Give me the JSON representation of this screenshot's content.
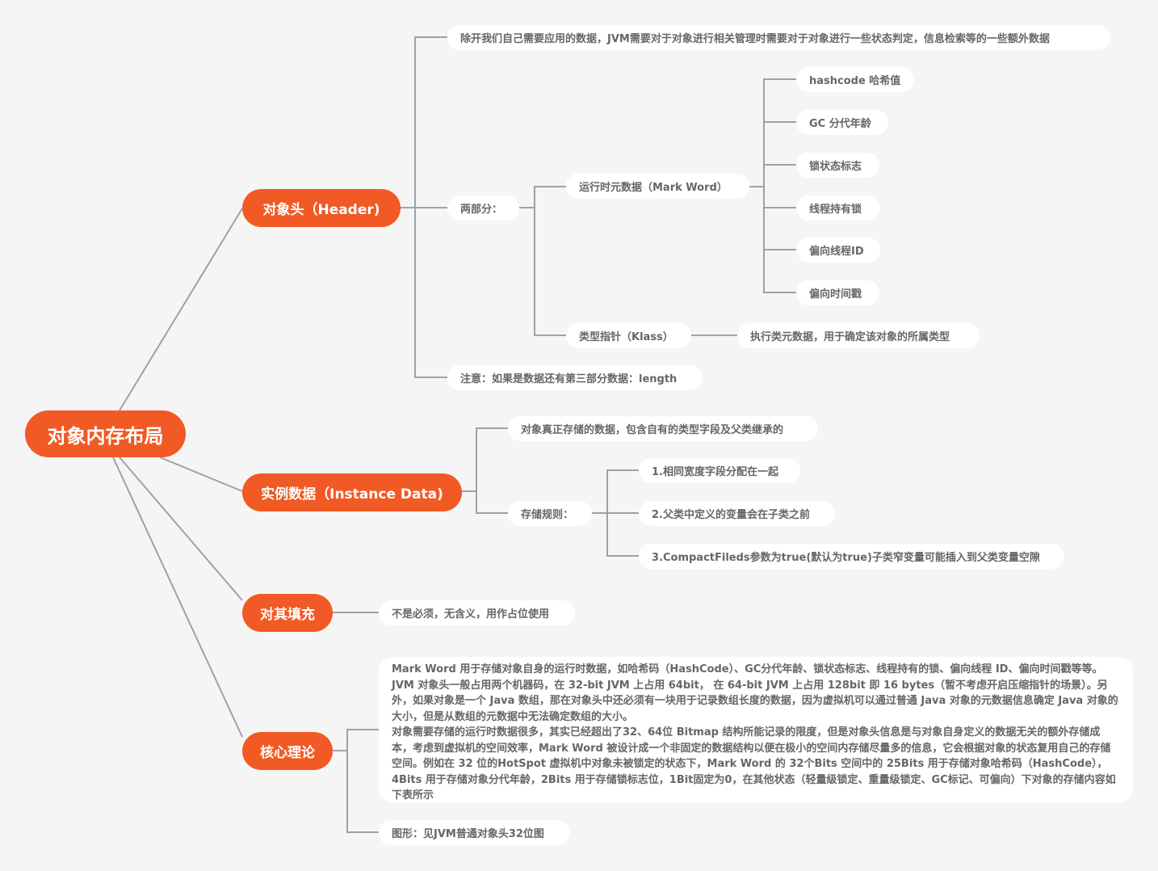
{
  "root": "对象内存布局",
  "header": {
    "label": "对象头（Header)",
    "desc": "除开我们自己需要应用的数据，JVM需要对于对象进行相关管理时需要对于对象进行一些状态判定，信息检索等的一些额外数据",
    "two_parts": "两部分：",
    "mark_word": {
      "label": "运行时元数据（Mark Word）",
      "items": [
        "hashcode 哈希值",
        "GC 分代年龄",
        "锁状态标志",
        "线程持有锁",
        "偏向线程ID",
        "偏向时间戳"
      ]
    },
    "klass": {
      "label": "类型指针（Klass）",
      "desc": "执行类元数据，用于确定该对象的所属类型"
    },
    "note": "注意：如果是数据还有第三部分数据：length"
  },
  "instance": {
    "label": "实例数据（Instance Data)",
    "desc": "对象真正存储的数据，包含自有的类型字段及父类继承的",
    "rules_label": "存储规则：",
    "rules": [
      "1.相同宽度字段分配在一起",
      "2.父类中定义的变量会在子类之前",
      "3.CompactFileds参数为true(默认为true)子类窄变量可能插入到父类变量空隙"
    ]
  },
  "padding": {
    "label": "对其填充",
    "desc": "不是必须，无含义，用作占位使用"
  },
  "core": {
    "label": "核心理论",
    "para1": "Mark Word 用于存储对象自身的运行时数据，如哈希码（HashCode）、GC分代年龄、锁状态标志、线程持有的锁、偏向线程 ID、偏向时间戳等等。JVM 对象头一般占用两个机器码，在 32-bit JVM 上占用 64bit， 在 64-bit JVM 上占用 128bit 即 16 bytes（暂不考虑开启压缩指针的场景）。另外，如果对象是一个 Java 数组，那在对象头中还必须有一块用于记录数组长度的数据，因为虚拟机可以通过普通 Java 对象的元数据信息确定 Java 对象的大小，但是从数组的元数据中无法确定数组的大小。",
    "para2": "对象需要存储的运行时数据很多，其实已经超出了32、64位 Bitmap 结构所能记录的限度，但是对象头信息是与对象自身定义的数据无关的额外存储成本，考虑到虚拟机的空间效率，Mark Word 被设计成一个非固定的数据结构以便在极小的空间内存储尽量多的信息，它会根据对象的状态复用自己的存储空间。例如在 32 位的HotSpot 虚拟机中对象未被锁定的状态下，Mark Word 的 32个Bits 空间中的 25Bits 用于存储对象哈希码（HashCode），4Bits 用于存储对象分代年龄，2Bits 用于存储锁标志位，1Bit固定为0，在其他状态（轻量级锁定、重量级锁定、GC标记、可偏向）下对象的存储内容如下表所示",
    "figure": "图形：见JVM普通对象头32位图"
  }
}
